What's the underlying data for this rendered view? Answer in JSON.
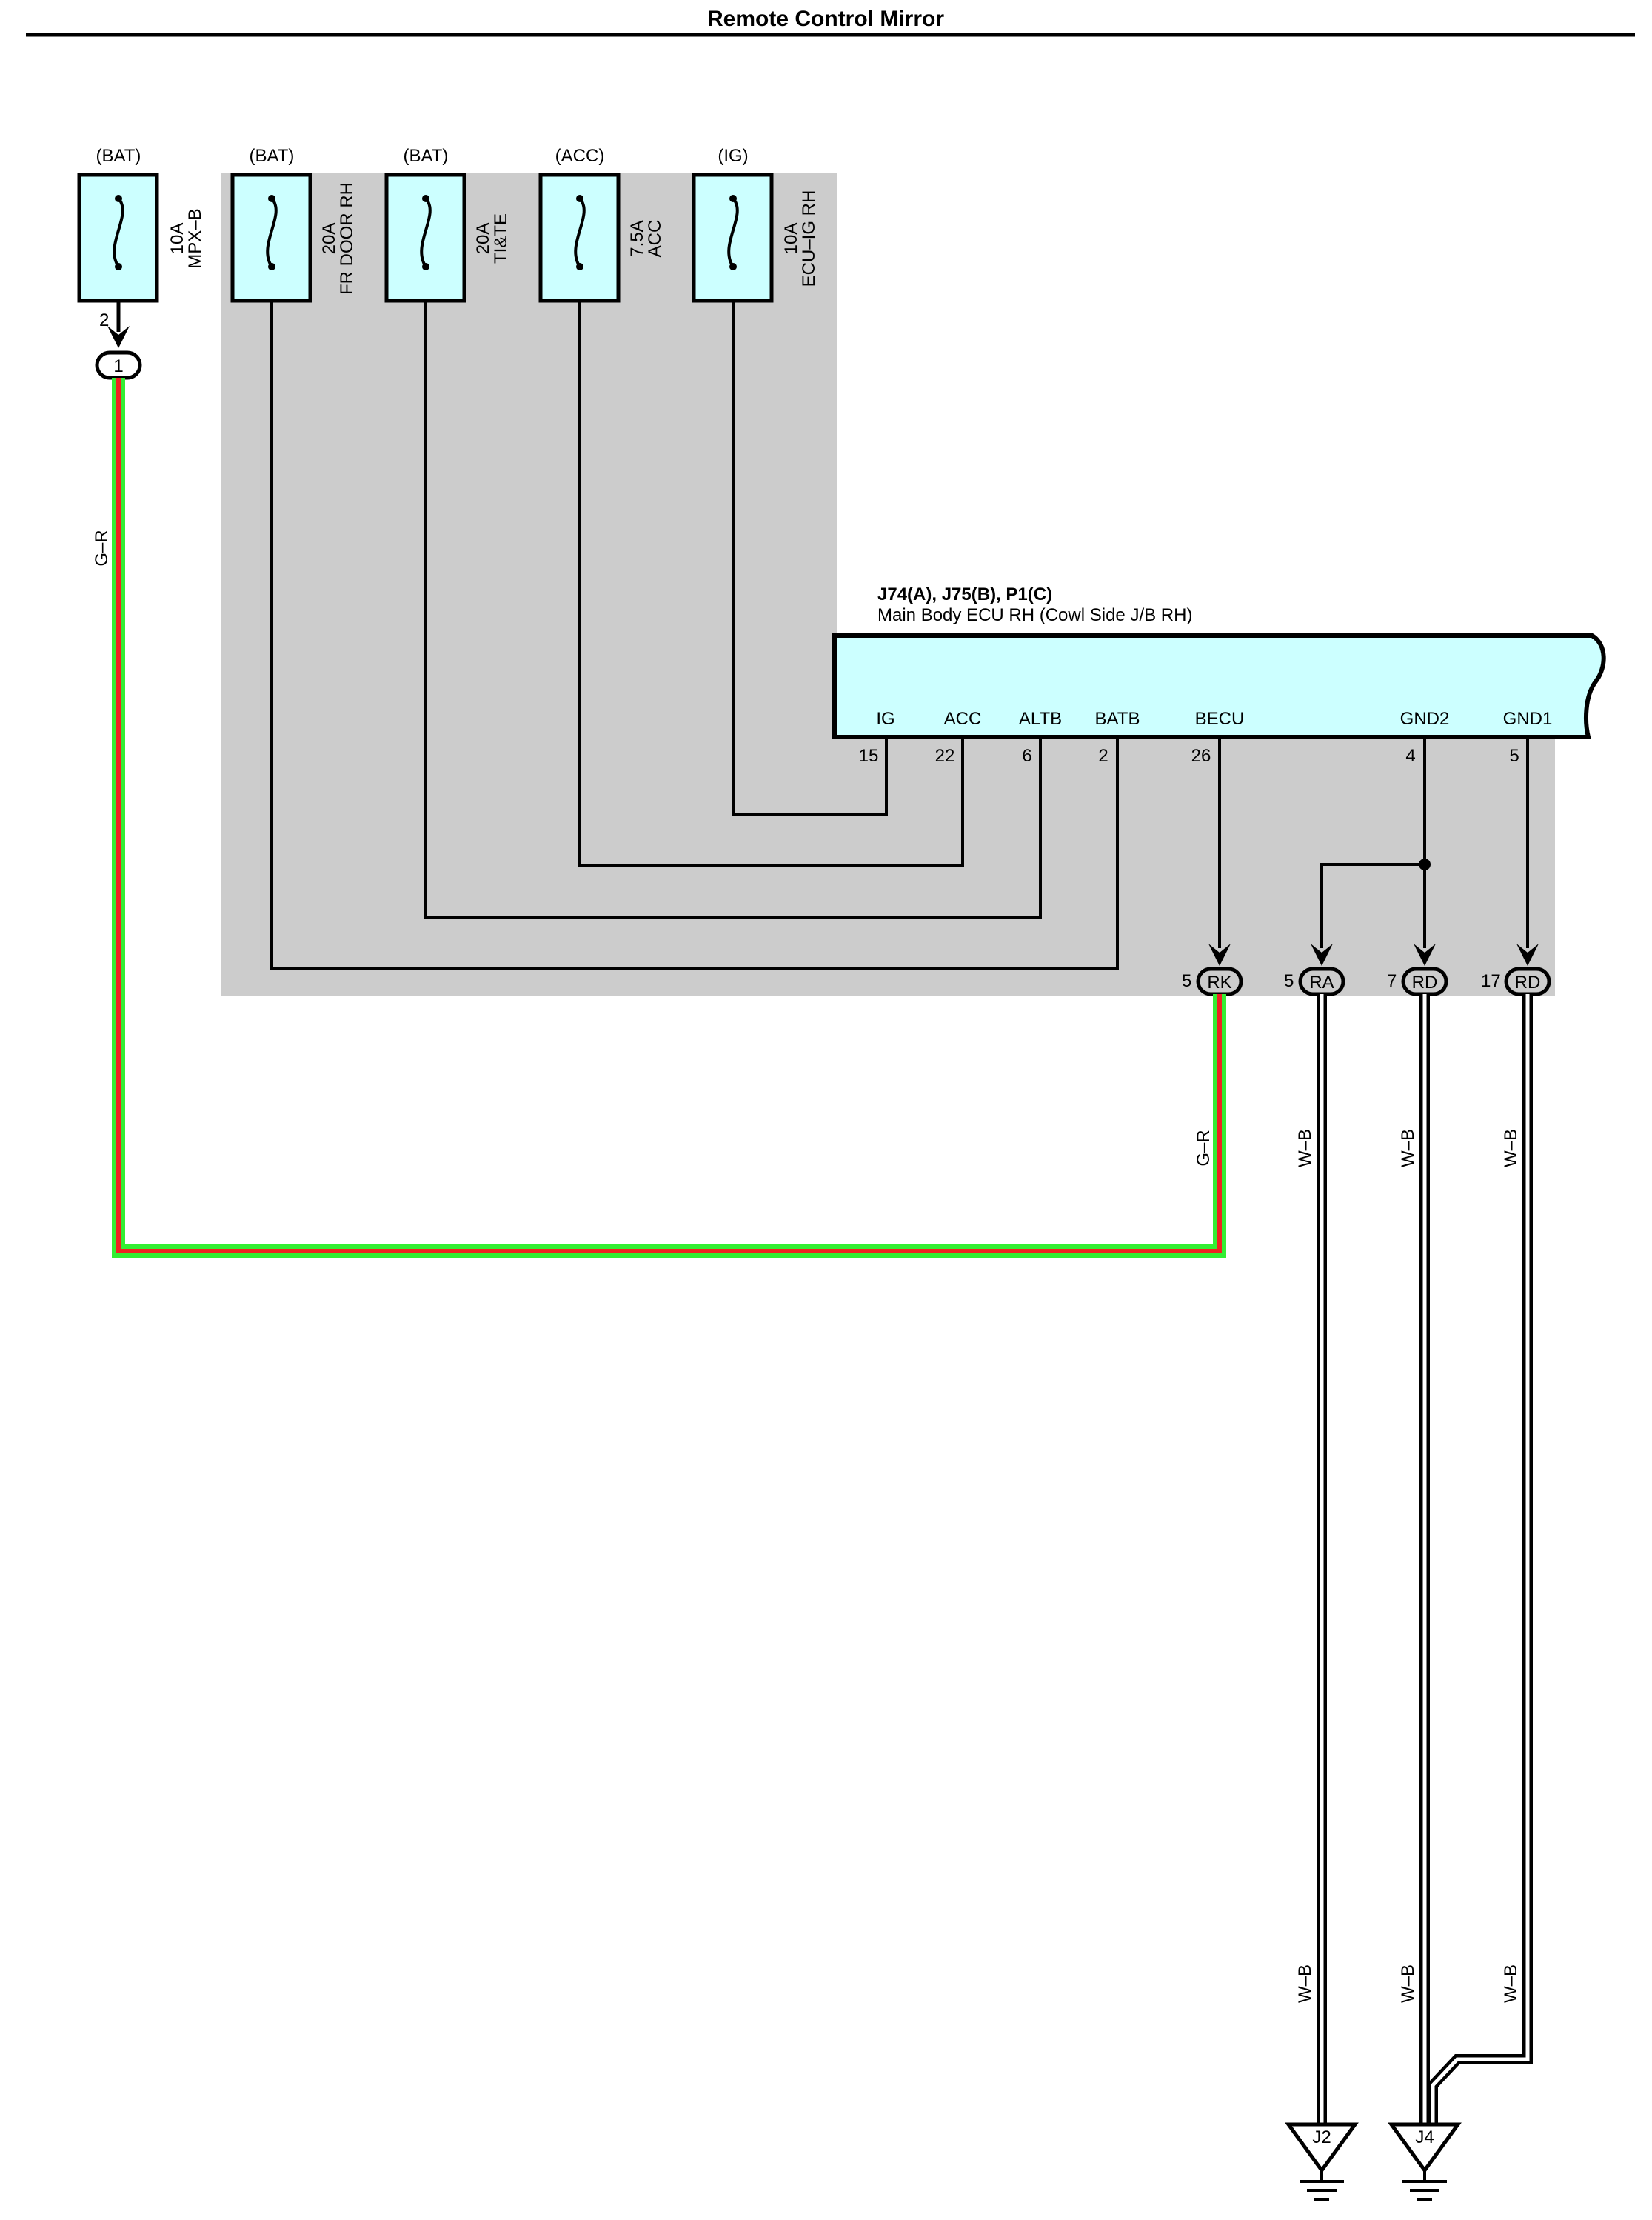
{
  "title": "Remote Control Mirror",
  "fuses": [
    {
      "source": "(BAT)",
      "rating": "10A",
      "name": "MPX–B"
    },
    {
      "source": "(BAT)",
      "rating": "20A",
      "name": "FR DOOR RH"
    },
    {
      "source": "(BAT)",
      "rating": "20A",
      "name": "TI&TE"
    },
    {
      "source": "(ACC)",
      "rating": "7.5A",
      "name": "ACC"
    },
    {
      "source": "(IG)",
      "rating": "10A",
      "name": "ECU–IG RH"
    }
  ],
  "fuse_pin": "2",
  "connector_1_label": "1",
  "ecu": {
    "connectors": "J74(A), J75(B), P1(C)",
    "name": "Main Body ECU RH (Cowl Side J/B RH)",
    "terminals": [
      {
        "name": "IG",
        "pin": "15"
      },
      {
        "name": "ACC",
        "pin": "22"
      },
      {
        "name": "ALTB",
        "pin": "6"
      },
      {
        "name": "BATB",
        "pin": "2"
      },
      {
        "name": "BECU",
        "pin": "26"
      },
      {
        "name": "GND2",
        "pin": "4"
      },
      {
        "name": "GND1",
        "pin": "5"
      }
    ]
  },
  "junctions": [
    {
      "pin": "5",
      "label": "RK"
    },
    {
      "pin": "5",
      "label": "RA"
    },
    {
      "pin": "7",
      "label": "RD"
    },
    {
      "pin": "17",
      "label": "RD"
    }
  ],
  "wire_colors": {
    "left": "G–R",
    "becu": "G–R",
    "gnd": "W–B"
  },
  "grounds": [
    "J2",
    "J4"
  ],
  "colors": {
    "fuse_fill": "#ccffff",
    "zone_fill": "#cccccc",
    "wire_green": "#33ee33",
    "wire_red": "#ee2222"
  }
}
